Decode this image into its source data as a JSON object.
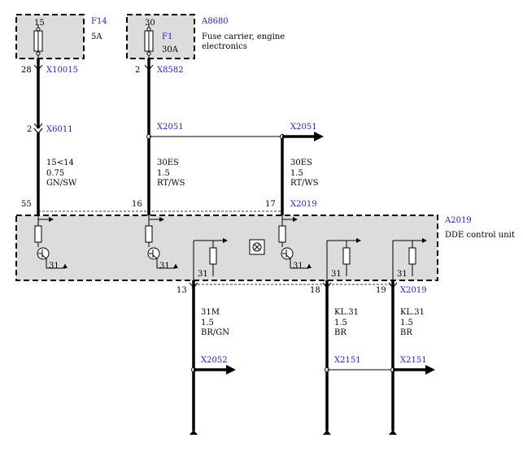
{
  "fuse_f14": {
    "id": "F14",
    "pin": "15",
    "rating": "5A"
  },
  "fuse_carrier": {
    "id": "A8680",
    "pin": "30",
    "fuse": "F1",
    "rating": "30A",
    "desc1": "Fuse carrier, engine",
    "desc2": "electronics"
  },
  "w1": {
    "pin_top": "28",
    "conn_top": "X10015",
    "pin_mid": "2",
    "conn_mid": "X6011",
    "func": "15<14",
    "size": "0.75",
    "color": "GN/SW",
    "pin_cu": "55"
  },
  "w2": {
    "pin_top": "2",
    "conn_top": "X8582",
    "splice": "X2051",
    "func": "30ES",
    "size": "1.5",
    "color": "RT/WS",
    "pin_cu": "16"
  },
  "w3": {
    "splice": "X2051",
    "func": "30ES",
    "size": "1.5",
    "color": "RT/WS",
    "pin_cu": "17",
    "conn_cu": "X2019"
  },
  "control_unit": {
    "id": "A2019",
    "name": "DDE control unit",
    "ground": "31"
  },
  "b1": {
    "pin": "13",
    "func": "31M",
    "size": "1.5",
    "color": "BR/GN",
    "splice": "X2052"
  },
  "b2": {
    "pin": "18",
    "func": "KL.31",
    "size": "1.5",
    "color": "BR",
    "splice": "X2151"
  },
  "b3": {
    "pin": "19",
    "conn": "X2019",
    "func": "KL.31",
    "size": "1.5",
    "color": "BR",
    "splice": "X2151"
  }
}
